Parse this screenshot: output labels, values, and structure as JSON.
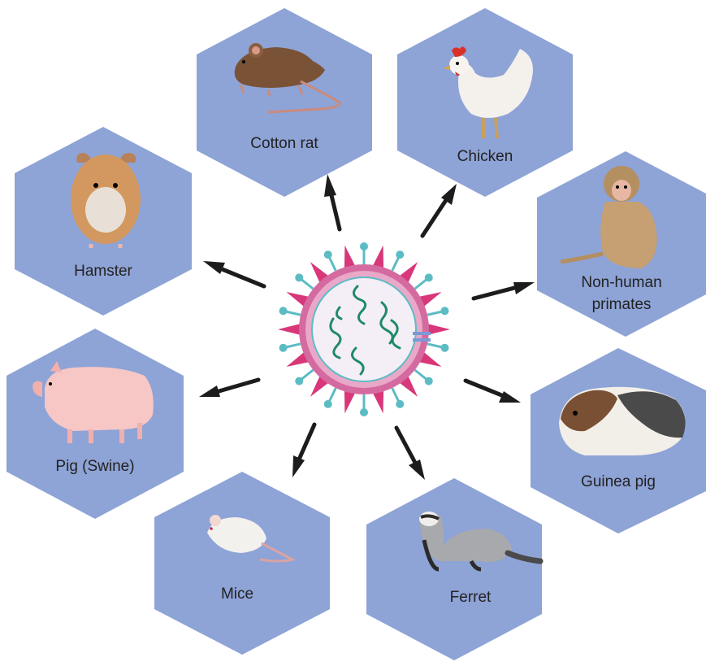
{
  "colors": {
    "hexagon_fill": "#8ea3d6",
    "arrow": "#1c1c1c",
    "virus_spike_pink": "#d8377a",
    "virus_spike_teal": "#5cbcc4",
    "virus_core": "#f4eef6",
    "virus_rna": "#1e8a6a"
  },
  "center": {
    "icon": "virus-icon"
  },
  "hosts": [
    {
      "id": "cotton-rat",
      "label": "Cotton rat",
      "icon": "rat-icon"
    },
    {
      "id": "chicken",
      "label": "Chicken",
      "icon": "chicken-icon"
    },
    {
      "id": "non-human-primates",
      "label": "Non-human\nprimates",
      "label_lines": [
        "Non-human",
        "primates"
      ],
      "icon": "monkey-icon"
    },
    {
      "id": "guinea-pig",
      "label": "Guinea pig",
      "icon": "guinea-pig-icon"
    },
    {
      "id": "ferret",
      "label": "Ferret",
      "icon": "ferret-icon"
    },
    {
      "id": "mice",
      "label": "Mice",
      "icon": "mouse-icon"
    },
    {
      "id": "pig",
      "label": "Pig (Swine)",
      "icon": "pig-icon"
    },
    {
      "id": "hamster",
      "label": "Hamster",
      "icon": "hamster-icon"
    }
  ]
}
